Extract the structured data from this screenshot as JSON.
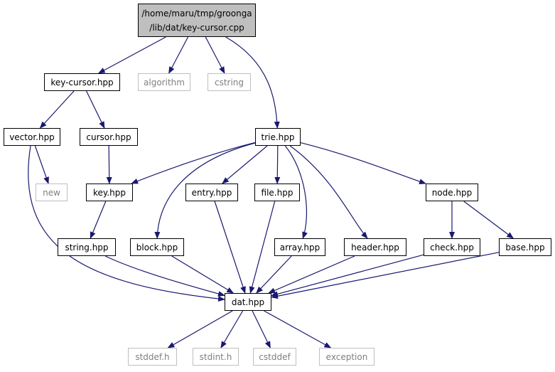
{
  "graph": {
    "colors": {
      "edge": "#191970",
      "node_border": "#000000",
      "external_border": "#bfbfbf",
      "root_fill": "#bfbfbf"
    },
    "nodes": [
      {
        "id": "root",
        "lines": [
          "/home/maru/tmp/groonga",
          "/lib/dat/key-cursor.cpp"
        ],
        "kind": "root"
      },
      {
        "id": "key-cursor-hpp",
        "lines": [
          "key-cursor.hpp"
        ],
        "kind": "file"
      },
      {
        "id": "algorithm",
        "lines": [
          "algorithm"
        ],
        "kind": "external"
      },
      {
        "id": "cstring",
        "lines": [
          "cstring"
        ],
        "kind": "external"
      },
      {
        "id": "trie-hpp",
        "lines": [
          "trie.hpp"
        ],
        "kind": "file"
      },
      {
        "id": "vector-hpp",
        "lines": [
          "vector.hpp"
        ],
        "kind": "file"
      },
      {
        "id": "cursor-hpp",
        "lines": [
          "cursor.hpp"
        ],
        "kind": "file"
      },
      {
        "id": "new",
        "lines": [
          "new"
        ],
        "kind": "external"
      },
      {
        "id": "key-hpp",
        "lines": [
          "key.hpp"
        ],
        "kind": "file"
      },
      {
        "id": "entry-hpp",
        "lines": [
          "entry.hpp"
        ],
        "kind": "file"
      },
      {
        "id": "file-hpp",
        "lines": [
          "file.hpp"
        ],
        "kind": "file"
      },
      {
        "id": "node-hpp",
        "lines": [
          "node.hpp"
        ],
        "kind": "file"
      },
      {
        "id": "string-hpp",
        "lines": [
          "string.hpp"
        ],
        "kind": "file"
      },
      {
        "id": "block-hpp",
        "lines": [
          "block.hpp"
        ],
        "kind": "file"
      },
      {
        "id": "array-hpp",
        "lines": [
          "array.hpp"
        ],
        "kind": "file"
      },
      {
        "id": "header-hpp",
        "lines": [
          "header.hpp"
        ],
        "kind": "file"
      },
      {
        "id": "check-hpp",
        "lines": [
          "check.hpp"
        ],
        "kind": "file"
      },
      {
        "id": "base-hpp",
        "lines": [
          "base.hpp"
        ],
        "kind": "file"
      },
      {
        "id": "dat-hpp",
        "lines": [
          "dat.hpp"
        ],
        "kind": "file"
      },
      {
        "id": "stddef-h",
        "lines": [
          "stddef.h"
        ],
        "kind": "external"
      },
      {
        "id": "stdint-h",
        "lines": [
          "stdint.h"
        ],
        "kind": "external"
      },
      {
        "id": "cstddef",
        "lines": [
          "cstddef"
        ],
        "kind": "external"
      },
      {
        "id": "exception",
        "lines": [
          "exception"
        ],
        "kind": "external"
      }
    ],
    "edges": [
      {
        "from": "root",
        "to": "key-cursor-hpp"
      },
      {
        "from": "root",
        "to": "algorithm"
      },
      {
        "from": "root",
        "to": "cstring"
      },
      {
        "from": "root",
        "to": "trie-hpp"
      },
      {
        "from": "key-cursor-hpp",
        "to": "vector-hpp"
      },
      {
        "from": "key-cursor-hpp",
        "to": "cursor-hpp"
      },
      {
        "from": "vector-hpp",
        "to": "new"
      },
      {
        "from": "vector-hpp",
        "to": "dat-hpp"
      },
      {
        "from": "cursor-hpp",
        "to": "key-hpp"
      },
      {
        "from": "trie-hpp",
        "to": "key-hpp"
      },
      {
        "from": "trie-hpp",
        "to": "block-hpp"
      },
      {
        "from": "trie-hpp",
        "to": "entry-hpp"
      },
      {
        "from": "trie-hpp",
        "to": "file-hpp"
      },
      {
        "from": "trie-hpp",
        "to": "array-hpp"
      },
      {
        "from": "trie-hpp",
        "to": "header-hpp"
      },
      {
        "from": "trie-hpp",
        "to": "node-hpp"
      },
      {
        "from": "key-hpp",
        "to": "string-hpp"
      },
      {
        "from": "string-hpp",
        "to": "dat-hpp"
      },
      {
        "from": "block-hpp",
        "to": "dat-hpp"
      },
      {
        "from": "entry-hpp",
        "to": "dat-hpp"
      },
      {
        "from": "file-hpp",
        "to": "dat-hpp"
      },
      {
        "from": "array-hpp",
        "to": "dat-hpp"
      },
      {
        "from": "header-hpp",
        "to": "dat-hpp"
      },
      {
        "from": "node-hpp",
        "to": "check-hpp"
      },
      {
        "from": "node-hpp",
        "to": "base-hpp"
      },
      {
        "from": "check-hpp",
        "to": "dat-hpp"
      },
      {
        "from": "base-hpp",
        "to": "dat-hpp"
      },
      {
        "from": "dat-hpp",
        "to": "stddef-h"
      },
      {
        "from": "dat-hpp",
        "to": "stdint-h"
      },
      {
        "from": "dat-hpp",
        "to": "cstddef"
      },
      {
        "from": "dat-hpp",
        "to": "exception"
      }
    ]
  }
}
